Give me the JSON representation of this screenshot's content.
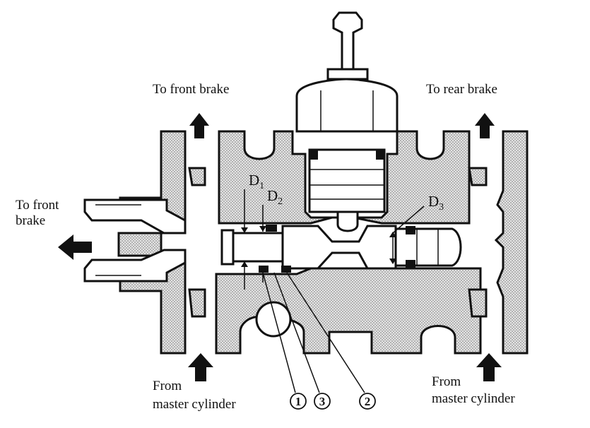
{
  "diagram": {
    "labels": {
      "to_front_brake_top": "To front brake",
      "to_rear_brake": "To rear brake",
      "to_front_brake_left_line1": "To front",
      "to_front_brake_left_line2": "brake",
      "from_master_left_line1": "From",
      "from_master_left_line2": "master cylinder",
      "from_master_right_line1": "From",
      "from_master_right_line2": "master cylinder"
    },
    "dimensions": [
      {
        "letter": "D",
        "sub": "1"
      },
      {
        "letter": "D",
        "sub": "2"
      },
      {
        "letter": "D",
        "sub": "3"
      }
    ],
    "callouts": [
      "1",
      "3",
      "2"
    ]
  }
}
